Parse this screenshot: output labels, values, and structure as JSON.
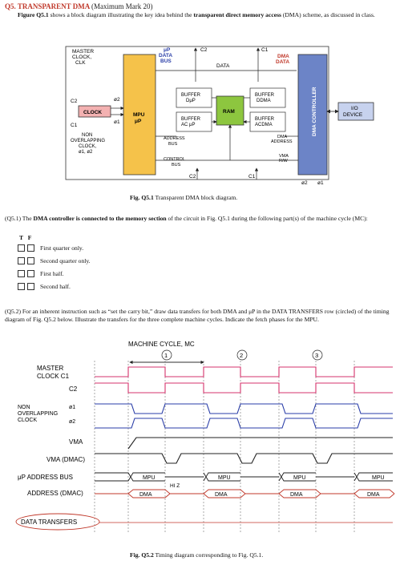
{
  "header": {
    "title": "Q5. TRANSPARENT DMA",
    "mark": "(Maximum Mark 20)"
  },
  "intro": {
    "fig_ref": "Figure Q5.1",
    "text_a": " shows a block diagram illustrating the key idea behind the ",
    "bold_b": "transparent direct memory access",
    "text_c": " (DMA) scheme, as discussed in class."
  },
  "block_diagram": {
    "master_clock": [
      "MASTER",
      "CLOCK,",
      "CLK"
    ],
    "up_data_bus": [
      "μP",
      "DATA",
      "BUS"
    ],
    "c2": "C2",
    "c1": "C1",
    "data": "DATA",
    "dma_data": [
      "DMA",
      "DATA"
    ],
    "phi2": "ø2",
    "phi1": "ø1",
    "clock": "CLOCK",
    "mpu": [
      "MPU",
      "μP"
    ],
    "non_overlap": [
      "NON",
      "OVERLAPPING",
      "CLOCK,",
      "ø1, ø2"
    ],
    "buffer_dup": [
      "BUFFER",
      "DμP"
    ],
    "buffer_acup": [
      "BUFFER",
      "AC μP"
    ],
    "buffer_ddma": [
      "BUFFER",
      "DDMA"
    ],
    "buffer_acdma": [
      "BUFFER",
      "ACDMA"
    ],
    "ram": "RAM",
    "address_bus": [
      "ADDRESS",
      "BUS"
    ],
    "control_bus": [
      "CONTROL",
      "BUS"
    ],
    "dma_address": [
      "DMA",
      "ADDRESS"
    ],
    "vma_rw": [
      "VMA",
      "R/W"
    ],
    "dma_controller": "DMA CONTROLLER",
    "io_device": [
      "I/O",
      "DEVICE"
    ],
    "bottom_labels": [
      "C2",
      "C1",
      "ø2",
      "ø1"
    ]
  },
  "fig1_caption": {
    "label": "Fig. Q5.1",
    "text": " Transparent DMA block diagram."
  },
  "q51": {
    "prefix": "(Q5.1) The ",
    "bold": "DMA controller is connected to the memory section",
    "rest": " of the circuit in Fig. Q5.1 during the following part(s) of the machine cycle (MC):",
    "tf_t": "T",
    "tf_f": "F",
    "options": [
      "First quarter only.",
      "Second quarter only.",
      "First half.",
      "Second half."
    ]
  },
  "q52": {
    "text": "(Q5.2) For an inherent instruction such as “set the carry bit,” draw data transfers for both DMA and μP in the DATA TRANSFERS row (circled) of the timing diagram of Fig. Q5.2 below. Illustrate the transfers for the three complete machine cycles. Indicate the fetch phases for the MPU."
  },
  "timing": {
    "machine_cycle_label": "MACHINE CYCLE, MC",
    "cycle_numbers": [
      "1",
      "2",
      "3"
    ],
    "signals": {
      "master_clock": [
        "MASTER",
        "CLOCK C1"
      ],
      "c2": "C2",
      "non_overlap": [
        "NON",
        "OVERLAPPING",
        "CLOCK"
      ],
      "phi1": "ø1",
      "phi2": "ø2",
      "vma": "VMA",
      "vma_dmac": "VMA (DMAC)",
      "up_address_bus": "μP ADDRESS BUS",
      "address_dmac": "ADDRESS (DMAC)",
      "data_transfers": "DATA TRANSFERS"
    },
    "mpu_label": "MPU",
    "dma_label": "DMA",
    "hiz_label": "HI Z"
  },
  "fig2_caption": {
    "label": "Fig. Q5.2",
    "text": " Timing diagram corresponding to Fig. Q5.1."
  }
}
